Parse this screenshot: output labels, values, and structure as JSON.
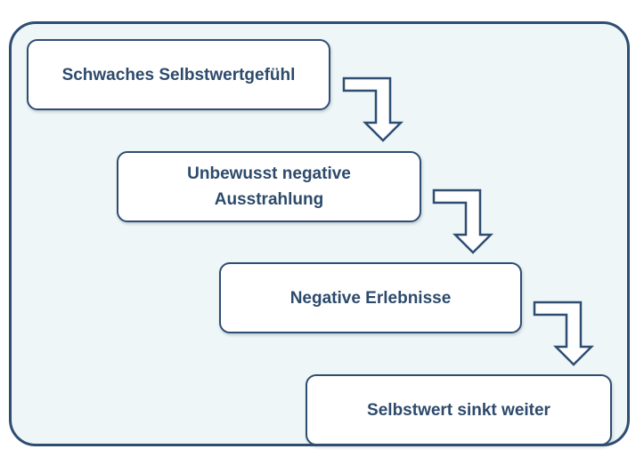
{
  "steps": [
    {
      "label": "Schwaches Selbstwertgefühl"
    },
    {
      "label": "Unbewusst negative\nAusstrahlung"
    },
    {
      "label": "Negative Erlebnisse"
    },
    {
      "label": "Selbstwert sinkt weiter"
    }
  ],
  "colors": {
    "frame_border": "#2e4d72",
    "frame_fill": "#eef6f7",
    "box_border": "#2e4d72",
    "box_fill": "#ffffff",
    "text": "#2d4a6b"
  },
  "icons": [
    "bent-down-arrow-icon"
  ]
}
